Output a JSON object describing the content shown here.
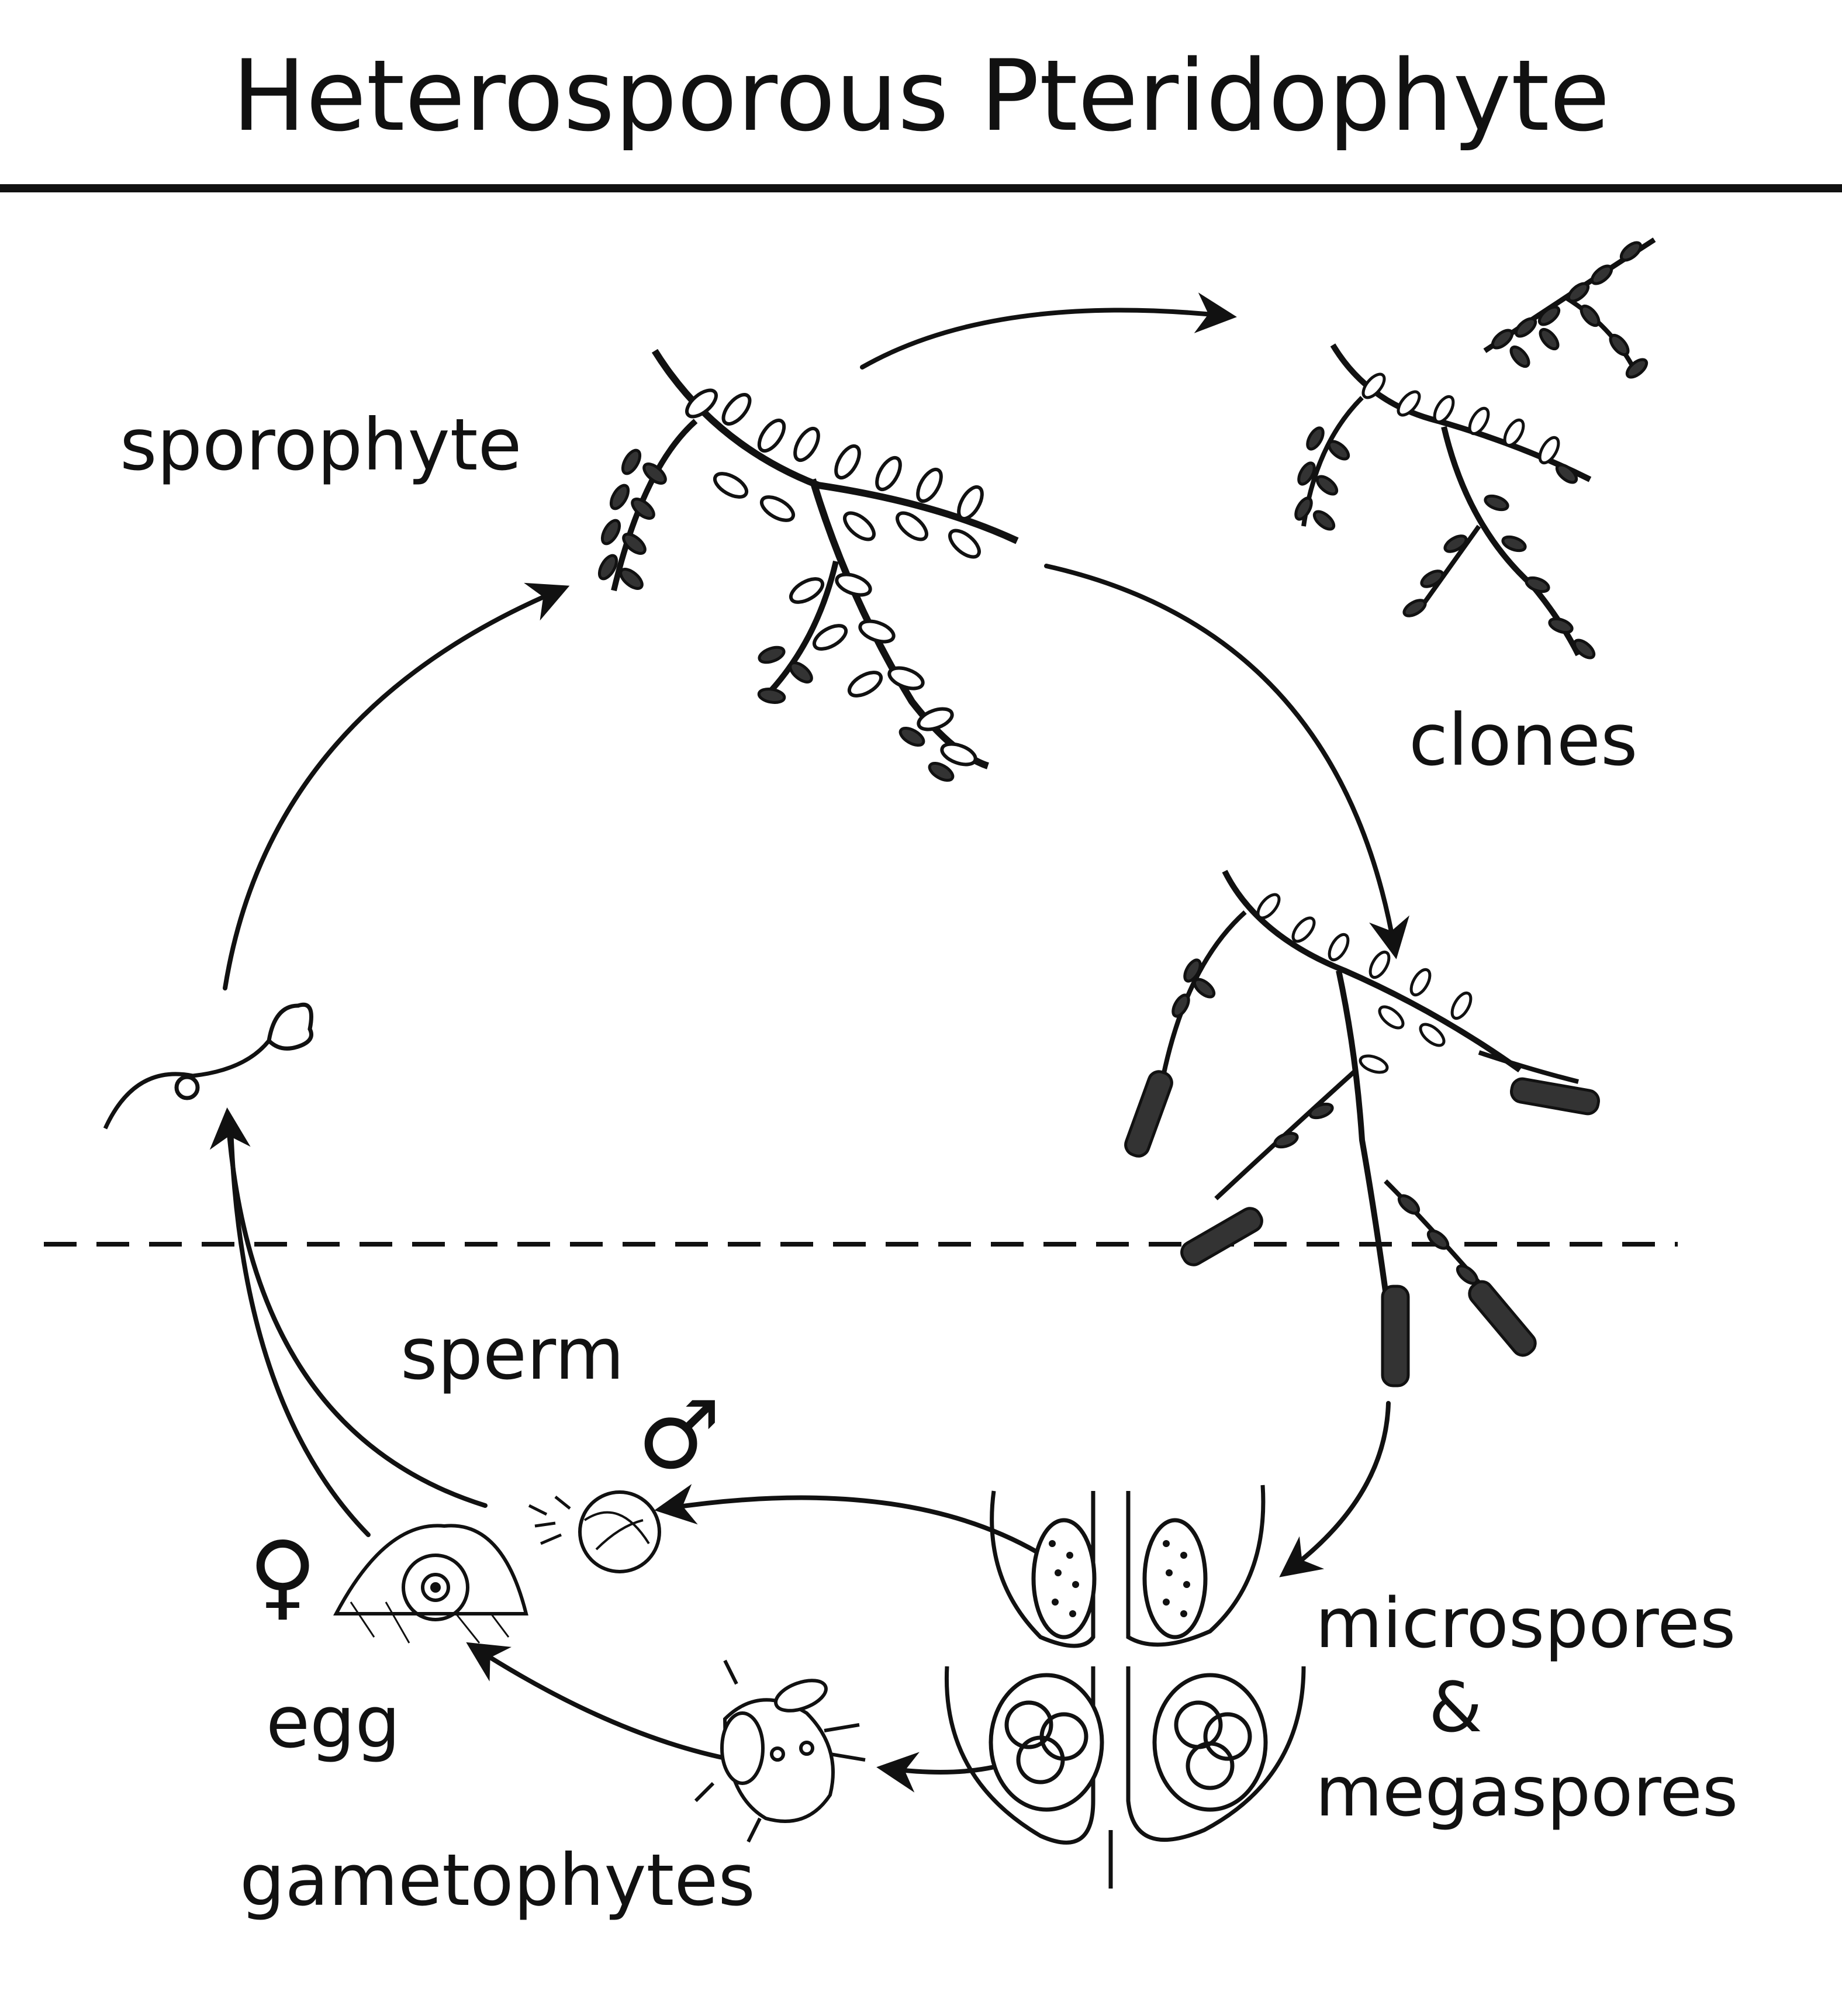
{
  "title": "Heterosporous Pteridophyte",
  "labels": {
    "sporophyte": "sporophyte",
    "clones": "clones",
    "sperm": "sperm",
    "egg": "egg",
    "gametophytes": "gametophytes",
    "spores_line1": "microspores",
    "spores_line2": "&",
    "spores_line3": "megaspores"
  },
  "symbols": {
    "male": "♂",
    "female": "♀"
  },
  "colors": {
    "ink": "#111111",
    "background": "#ffffff"
  }
}
